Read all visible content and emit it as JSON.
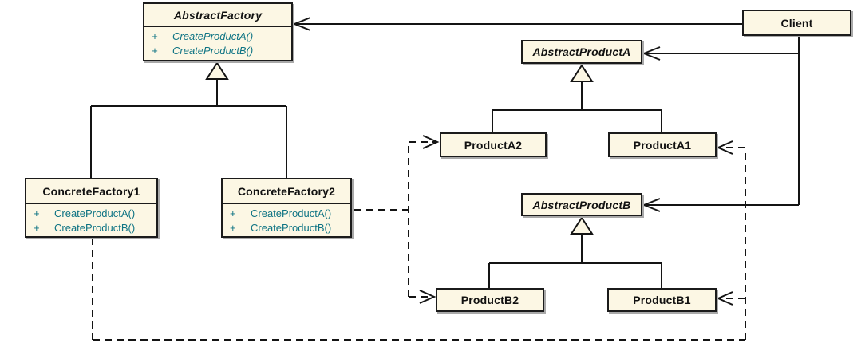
{
  "visibility_symbol": "+",
  "colors": {
    "box_fill": "#fcf7e4",
    "box_border": "#1b1b1b",
    "line": "#141414",
    "method_text": "#0f7484",
    "shadow": "#a9a9a9",
    "background": "#ffffff"
  },
  "classes": {
    "abstract_factory": {
      "name": "AbstractFactory",
      "stereotype": "abstract",
      "methods": [
        "CreateProductA()",
        "CreateProductB()"
      ]
    },
    "client": {
      "name": "Client"
    },
    "abstract_product_a": {
      "name": "AbstractProductA",
      "stereotype": "abstract"
    },
    "product_a2": {
      "name": "ProductA2"
    },
    "product_a1": {
      "name": "ProductA1"
    },
    "abstract_product_b": {
      "name": "AbstractProductB",
      "stereotype": "abstract"
    },
    "product_b2": {
      "name": "ProductB2"
    },
    "product_b1": {
      "name": "ProductB1"
    },
    "concrete_factory_1": {
      "name": "ConcreteFactory1",
      "methods": [
        "CreateProductA()",
        "CreateProductB()"
      ]
    },
    "concrete_factory_2": {
      "name": "ConcreteFactory2",
      "methods": [
        "CreateProductA()",
        "CreateProductB()"
      ]
    }
  },
  "relationships": [
    {
      "from": "Client",
      "to": "AbstractFactory",
      "type": "usage-solid-open-arrow"
    },
    {
      "from": "Client",
      "to": "AbstractProductA",
      "type": "usage-solid-open-arrow"
    },
    {
      "from": "Client",
      "to": "AbstractProductB",
      "type": "usage-solid-open-arrow"
    },
    {
      "from": "ConcreteFactory1",
      "to": "AbstractFactory",
      "type": "generalization-hollow-triangle"
    },
    {
      "from": "ConcreteFactory2",
      "to": "AbstractFactory",
      "type": "generalization-hollow-triangle"
    },
    {
      "from": "ProductA2",
      "to": "AbstractProductA",
      "type": "generalization-hollow-triangle"
    },
    {
      "from": "ProductA1",
      "to": "AbstractProductA",
      "type": "generalization-hollow-triangle"
    },
    {
      "from": "ProductB2",
      "to": "AbstractProductB",
      "type": "generalization-hollow-triangle"
    },
    {
      "from": "ProductB1",
      "to": "AbstractProductB",
      "type": "generalization-hollow-triangle"
    },
    {
      "from": "ConcreteFactory2",
      "to": "ProductA2",
      "type": "dependency-dashed-open-arrow"
    },
    {
      "from": "ConcreteFactory2",
      "to": "ProductB2",
      "type": "dependency-dashed-open-arrow"
    },
    {
      "from": "ConcreteFactory1",
      "to": "ProductA1",
      "type": "dependency-dashed-open-arrow"
    },
    {
      "from": "ConcreteFactory1",
      "to": "ProductB1",
      "type": "dependency-dashed-open-arrow"
    }
  ]
}
